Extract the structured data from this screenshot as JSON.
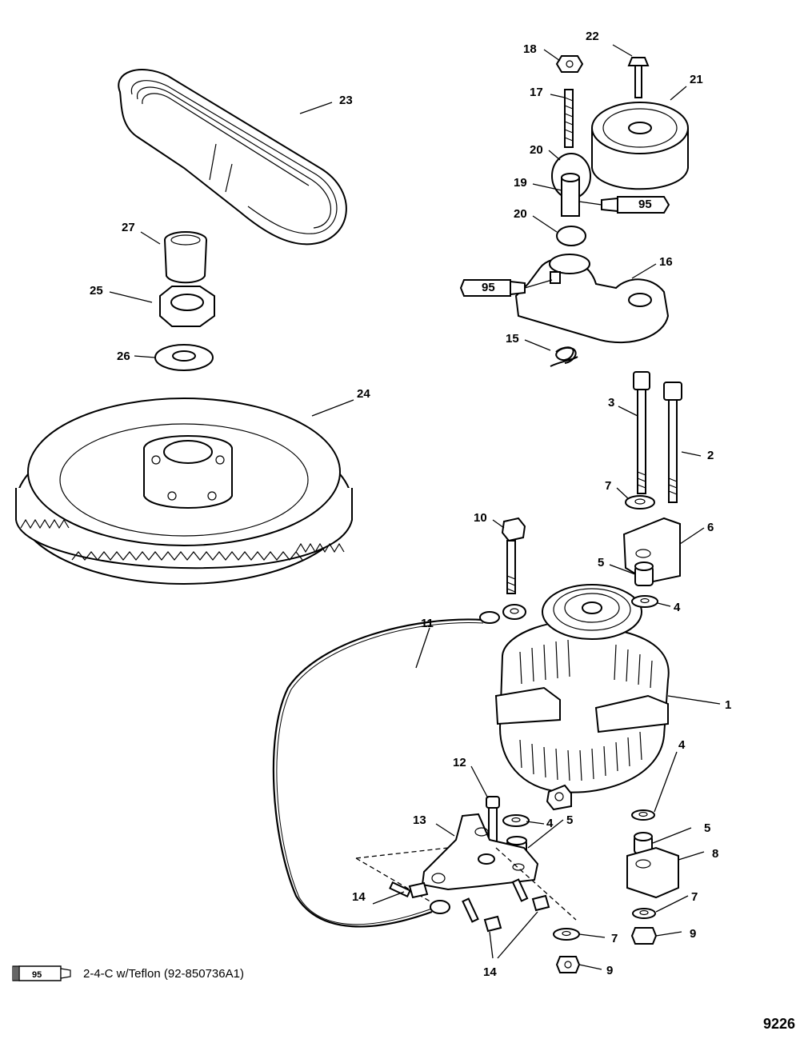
{
  "figure_number": "9226",
  "legend": {
    "tube_code": "95",
    "text": "2-4-C w/Teflon (92-850736A1)"
  },
  "tube_label": "95",
  "callouts": {
    "n1": "1",
    "n2": "2",
    "n3": "3",
    "n4a": "4",
    "n4b": "4",
    "n4c": "4",
    "n5a": "5",
    "n5b": "5",
    "n5c": "5",
    "n6": "6",
    "n7a": "7",
    "n7b": "7",
    "n7c": "7",
    "n8": "8",
    "n9a": "9",
    "n9b": "9",
    "n10": "10",
    "n11": "11",
    "n12": "12",
    "n13": "13",
    "n14a": "14",
    "n14b": "14",
    "n15": "15",
    "n16": "16",
    "n17": "17",
    "n18": "18",
    "n19": "19",
    "n20a": "20",
    "n20b": "20",
    "n21": "21",
    "n22": "22",
    "n23": "23",
    "n24": "24",
    "n25": "25",
    "n26": "26",
    "n27": "27"
  }
}
